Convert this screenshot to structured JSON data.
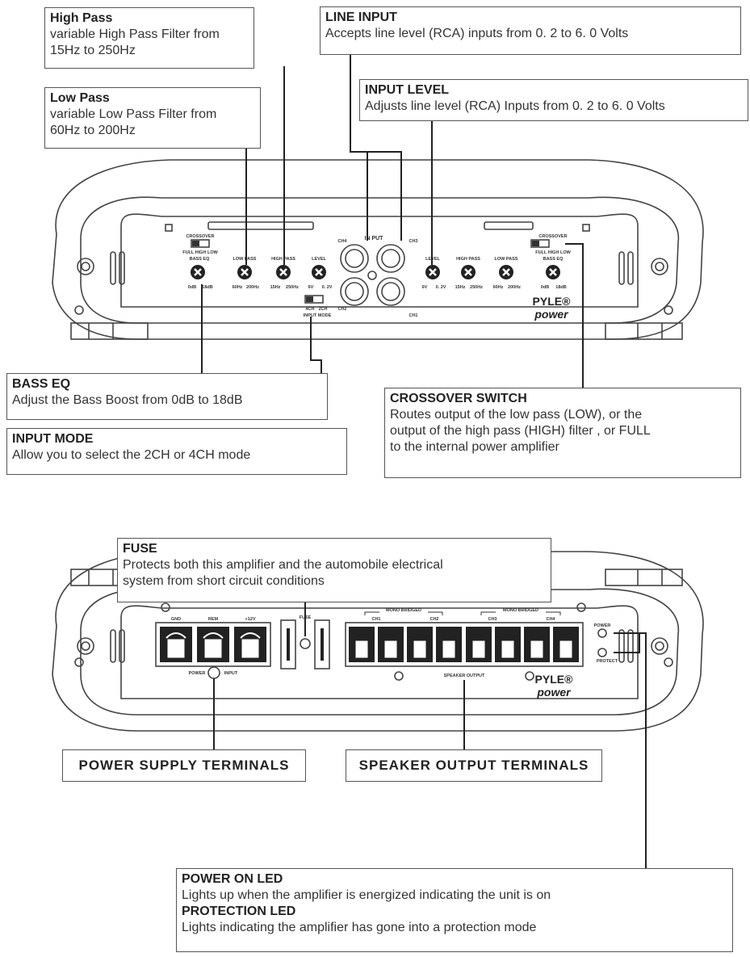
{
  "top": {
    "high_pass": {
      "title": "High Pass",
      "desc": [
        "variable High Pass Filter from",
        "15Hz to 250Hz"
      ]
    },
    "low_pass": {
      "title": "Low Pass",
      "desc": [
        "variable Low Pass Filter from",
        "60Hz to 200Hz"
      ]
    },
    "line_input": {
      "title": "LINE INPUT",
      "desc": "Accepts line level (RCA) inputs from 0. 2  to 6. 0 Volts"
    },
    "input_level": {
      "title": "INPUT LEVEL",
      "desc": "Adjusts line level (RCA) Inputs from 0. 2 to 6. 0 Volts"
    },
    "bass_eq": {
      "title": "BASS EQ",
      "desc": "Adjust the Bass Boost from 0dB to 18dB"
    },
    "input_mode": {
      "title": "INPUT MODE",
      "desc": "Allow you to select the 2CH or 4CH mode"
    },
    "crossover": {
      "title": "CROSSOVER SWITCH",
      "desc": [
        "Routes output of the  low pass (LOW), or the",
        "output of the high pass (HIGH) filter , or FULL",
        "to the internal power amplifier"
      ]
    }
  },
  "top_panel": {
    "crossover_lbl": "CROSSOVER",
    "crossover_sub": "FULL HIGH LOW",
    "bass_eq_lbl": "BASS EQ",
    "bass_eq_range": [
      "0dB",
      "18dB"
    ],
    "low_pass_lbl": "LOW PASS",
    "low_pass_range": [
      "60Hz",
      "200Hz"
    ],
    "high_pass_lbl": "HIGH PASS",
    "high_pass_range": [
      "15Hz",
      "250Hz"
    ],
    "level_lbl": "LEVEL",
    "level_range": [
      "6V",
      "0. 2V"
    ],
    "input_lbl": "IN PUT",
    "ch4": "CH4",
    "ch3": "CH3",
    "ch2": "CH2",
    "ch1": "CH1",
    "mode_opts": [
      "4CH",
      "2CH"
    ],
    "input_mode_lbl": "INPUT MODE",
    "level2_range": [
      "6V",
      "0. 2V"
    ],
    "high_pass2_range": [
      "15Hz",
      "250Hz"
    ],
    "low_pass2_range": [
      "60Hz",
      "200Hz"
    ],
    "bass_eq2_range": [
      "0dB",
      "18dB"
    ],
    "brand": "PYLE®",
    "brand2": "power"
  },
  "bottom": {
    "fuse": {
      "title": "FUSE",
      "desc": [
        "Protects both this amplifier and the automobile electrical",
        "system from short circuit conditions"
      ]
    },
    "power_supply": "POWER SUPPLY TERMINALS",
    "speaker_output": "SPEAKER OUTPUT TERMINALS",
    "led": {
      "title1": "POWER ON LED",
      "desc1": "Lights up when the amplifier is energized indicating the unit is on",
      "title2": "PROTECTION LED",
      "desc2": "Lights indicating the amplifier has gone into a protection mode"
    }
  },
  "bottom_panel": {
    "gnd": "GND",
    "rem": "REM",
    "plus12": "+12V",
    "power": "POWER",
    "input": "INPUT",
    "fuse": "FUSE",
    "mono1": "MONO BRIDGED",
    "mono2": "MONO BRIDGED",
    "ch1": "CH1",
    "ch2": "CH2",
    "ch3": "CH3",
    "ch4": "CH4",
    "speaker_output": "SPEAKER OUTPUT",
    "power_led": "POWER",
    "protect_led": "PROTECT",
    "brand": "PYLE®",
    "brand2": "power"
  }
}
